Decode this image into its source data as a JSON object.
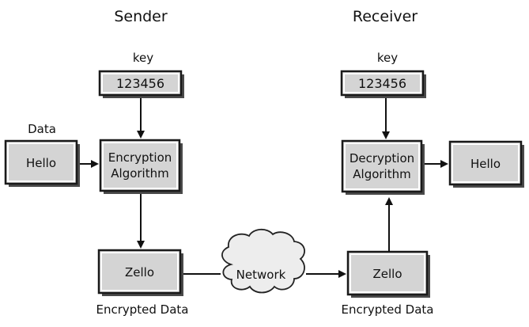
{
  "headings": {
    "sender": "Sender",
    "receiver": "Receiver"
  },
  "sender": {
    "key_label": "key",
    "key_value": "123456",
    "data_label": "Data",
    "plaintext": "Hello",
    "algorithm_line1": "Encryption",
    "algorithm_line2": "Algorithm",
    "ciphertext": "Zello",
    "ciphertext_caption": "Encrypted Data"
  },
  "network": {
    "label": "Network"
  },
  "receiver": {
    "key_label": "key",
    "key_value": "123456",
    "algorithm_line1": "Decryption",
    "algorithm_line2": "Algorithm",
    "plaintext": "Hello",
    "ciphertext": "Zello",
    "ciphertext_caption": "Encrypted Data"
  },
  "colors": {
    "box_fill": "#d4d4d4",
    "box_border": "#1a1a1a",
    "cloud_fill": "#ededed"
  }
}
